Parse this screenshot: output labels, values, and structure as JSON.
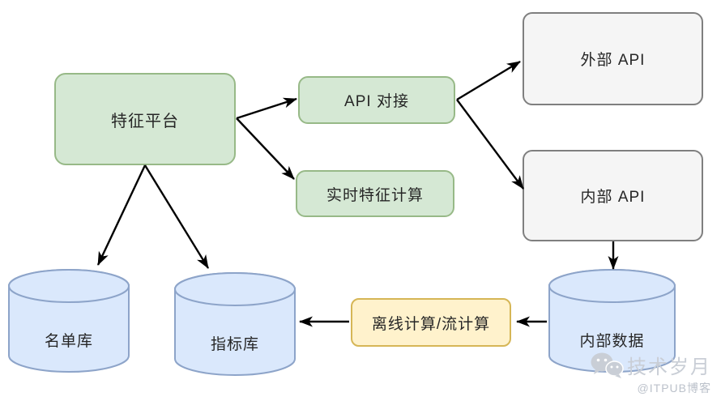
{
  "diagram_title": "feature-platform-architecture",
  "palette": {
    "process_fill": "#d5e8d4",
    "process_stroke": "#97b987",
    "external_fill": "#f5f5f5",
    "external_stroke": "#7f7f7f",
    "database_fill": "#dae8fc",
    "database_stroke": "#8da4c9",
    "compute_fill": "#fff2cc",
    "compute_stroke": "#d6b656",
    "arrow_color": "#000000",
    "watermark_color": "#c9ced6"
  },
  "nodes": {
    "feature_platform": {
      "label": "特征平台",
      "type": "process"
    },
    "api_integration": {
      "label": "API 对接",
      "type": "process"
    },
    "realtime_feature_compute": {
      "label": "实时特征计算",
      "type": "process"
    },
    "external_api": {
      "label": "外部 API",
      "type": "external"
    },
    "internal_api": {
      "label": "内部 API",
      "type": "external"
    },
    "list_db": {
      "label": "名单库",
      "type": "database"
    },
    "metric_db": {
      "label": "指标库",
      "type": "database"
    },
    "offline_stream_compute": {
      "label": "离线计算/流计算",
      "type": "compute"
    },
    "internal_data": {
      "label": "内部数据",
      "type": "database"
    }
  },
  "edges": [
    {
      "from": "feature_platform",
      "to": "api_integration"
    },
    {
      "from": "feature_platform",
      "to": "realtime_feature_compute"
    },
    {
      "from": "api_integration",
      "to": "external_api"
    },
    {
      "from": "api_integration",
      "to": "internal_api"
    },
    {
      "from": "feature_platform",
      "to": "list_db"
    },
    {
      "from": "feature_platform",
      "to": "metric_db"
    },
    {
      "from": "internal_api",
      "to": "internal_data"
    },
    {
      "from": "internal_data",
      "to": "offline_stream_compute"
    },
    {
      "from": "offline_stream_compute",
      "to": "metric_db"
    }
  ],
  "watermark": {
    "icon": "wechat-icon",
    "brand": "技术岁月",
    "credit": "@ITPUB博客"
  }
}
